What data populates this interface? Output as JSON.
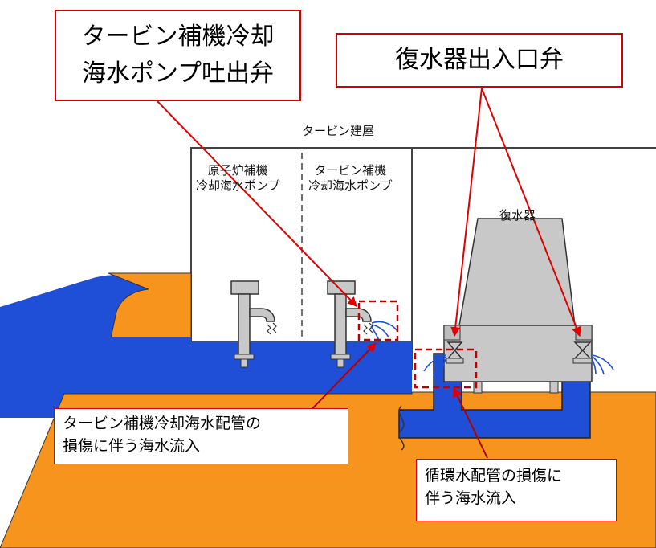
{
  "callouts": {
    "turbine_pump_valve": [
      "タービン補機冷却",
      "海水ポンプ吐出弁"
    ],
    "condenser_valves": "復水器出入口弁",
    "turbine_pipe_inflow": [
      "タービン補機冷却海水配管の",
      "損傷に伴う海水流入"
    ],
    "circulating_pipe_inflow": [
      "循環水配管の損傷に",
      "伴う海水流入"
    ]
  },
  "labels": {
    "building": "タービン建屋",
    "reactor_pump": [
      "原子炉補機",
      "冷却海水ポンプ"
    ],
    "turbine_pump": [
      "タービン補機",
      "冷却海水ポンプ"
    ],
    "condenser": "復水器"
  },
  "colors": {
    "sea": "#1f4fd6",
    "ground": "#f7941d",
    "callout_border": "#d40000",
    "arrow": "#e00000",
    "equipment": "#c8c8c8",
    "outline": "#333333"
  }
}
